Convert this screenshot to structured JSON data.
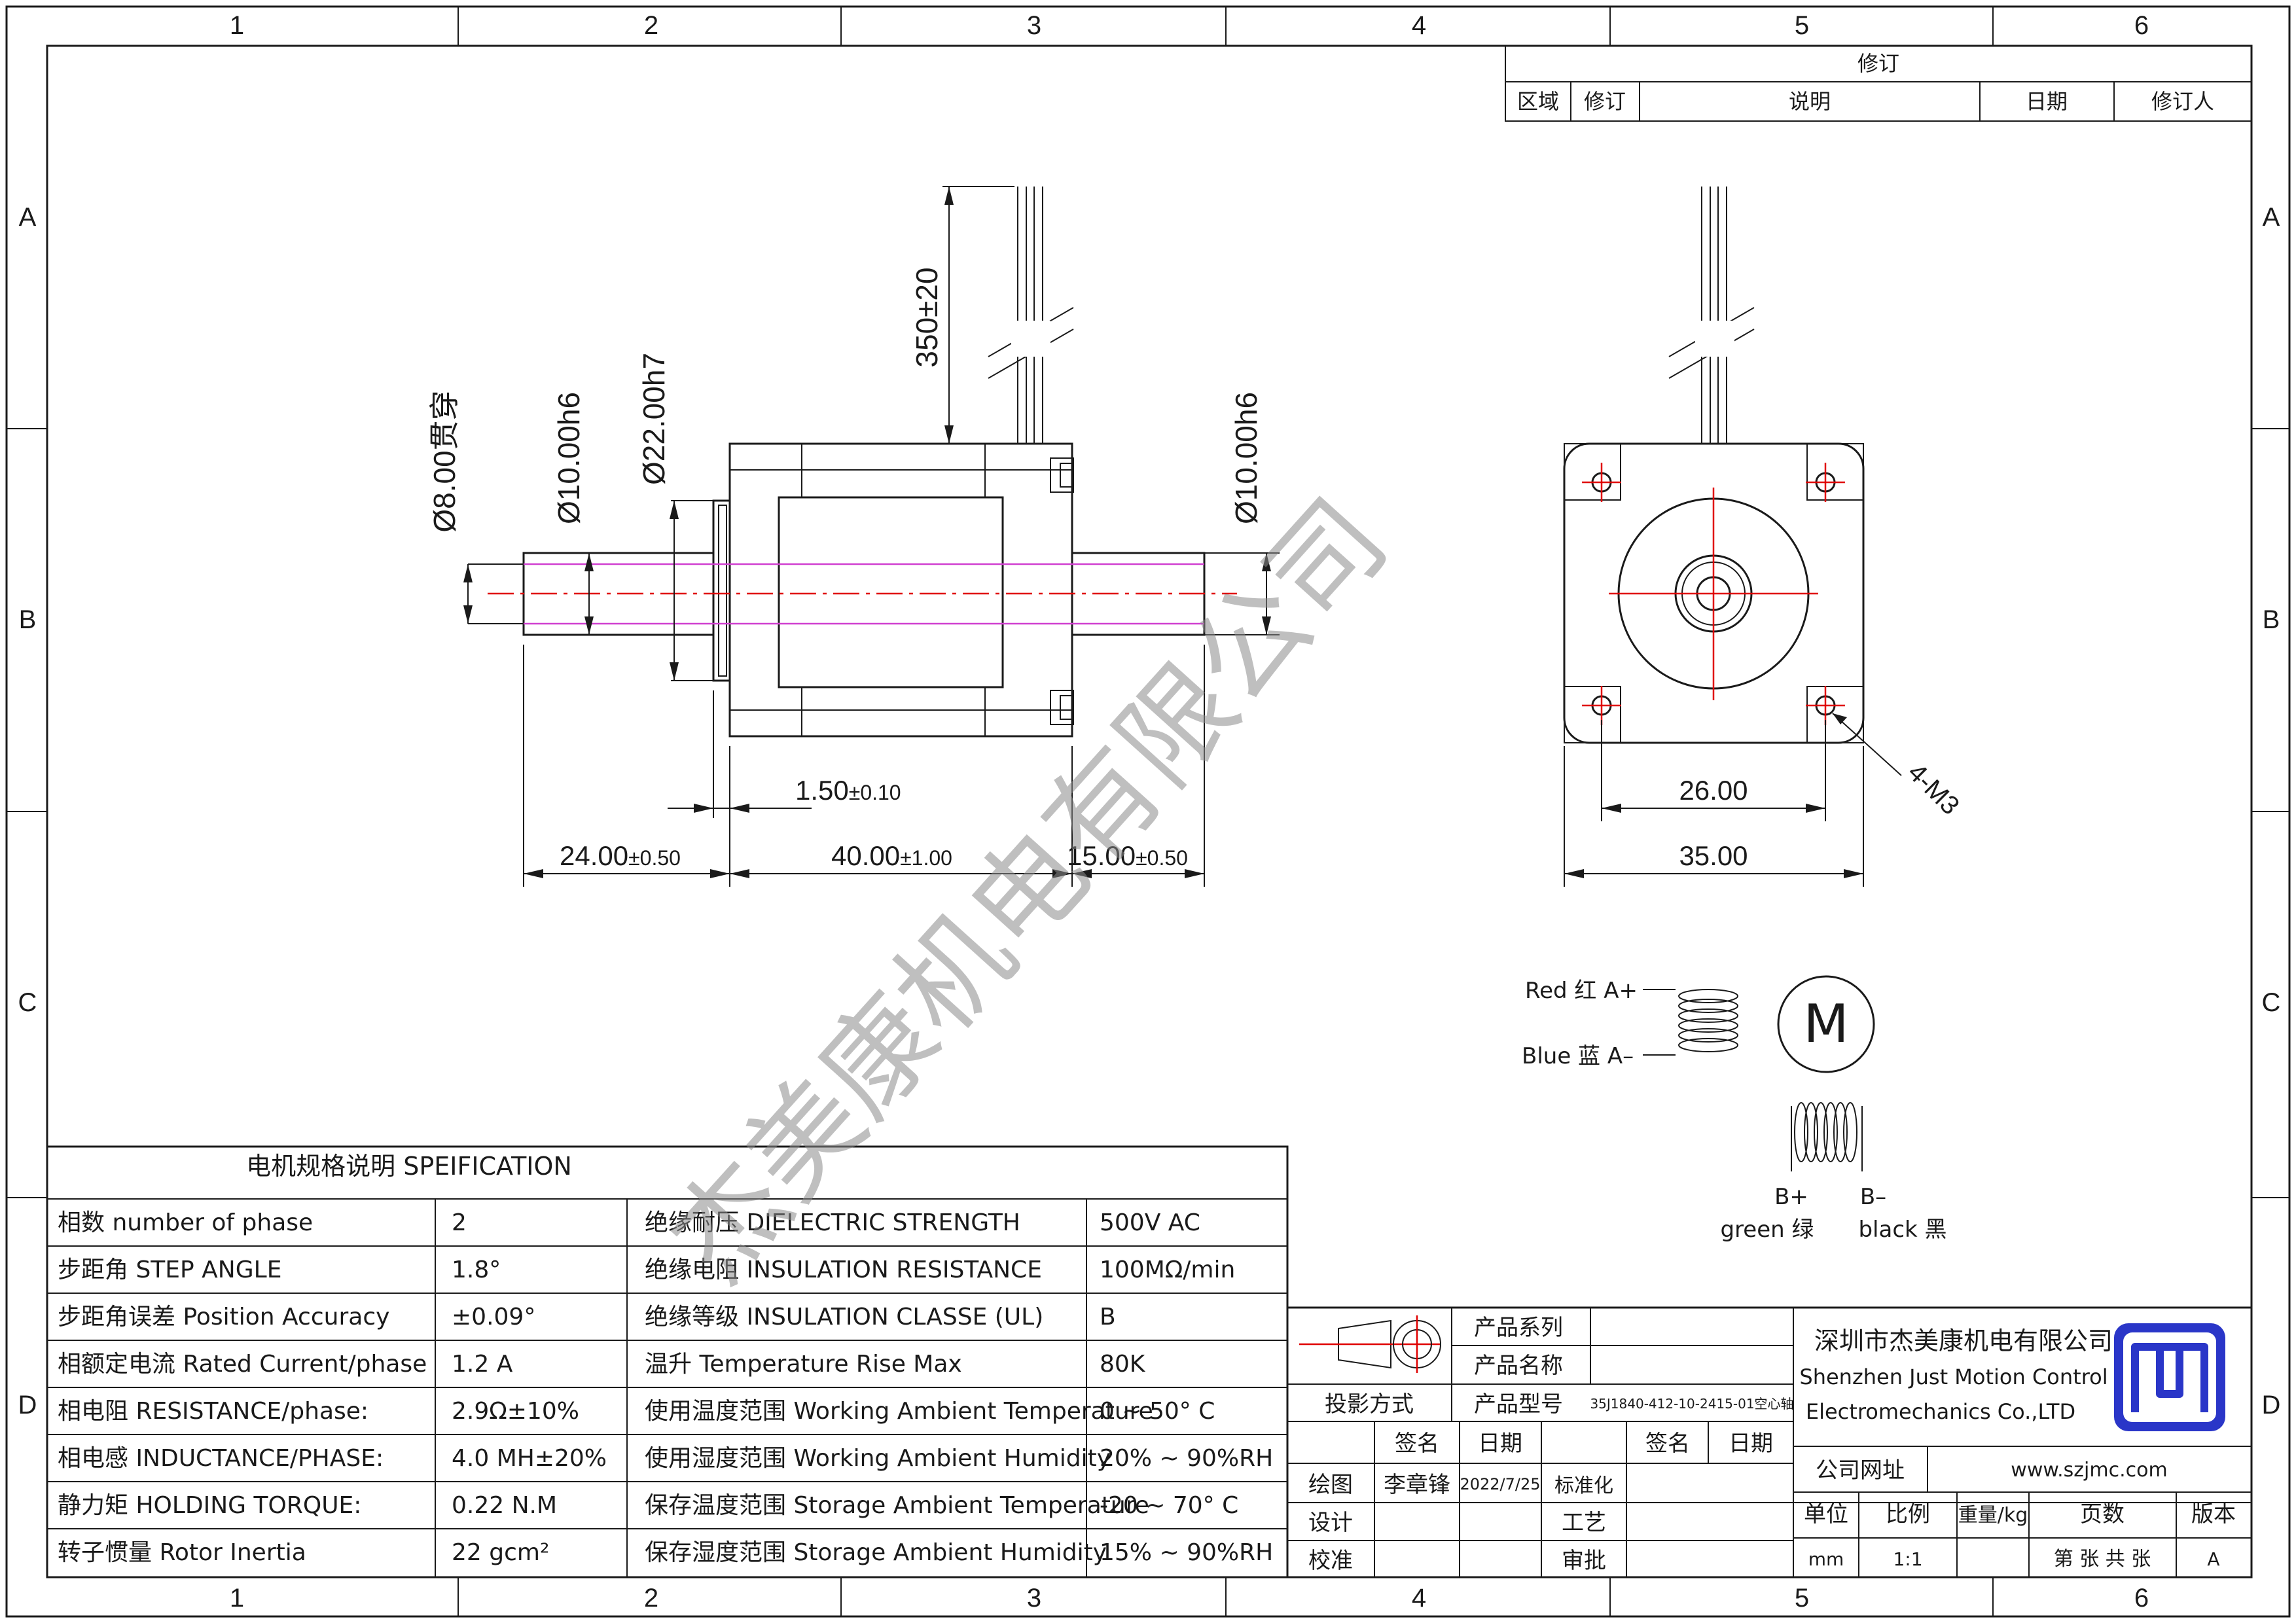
{
  "frame": {
    "col_labels": [
      "1",
      "2",
      "3",
      "4",
      "5",
      "6"
    ],
    "row_labels": [
      "A",
      "B",
      "C",
      "D"
    ]
  },
  "revision": {
    "title": "修订",
    "headers": [
      "区域",
      "修订",
      "说明",
      "日期",
      "修订人"
    ]
  },
  "watermark": "杰美康机电有限公司",
  "dimensions": {
    "bore": "Ø8.00贯穿",
    "shaft_left": "Ø10.00h6",
    "boss": "Ø22.00h7",
    "lead_length": "350±20",
    "shaft_right": "Ø10.00h6",
    "boss_height": {
      "value": "1.50",
      "tol": "±0.10"
    },
    "left_ext": {
      "value": "24.00",
      "tol": "±0.50"
    },
    "body_len": {
      "value": "40.00",
      "tol": "±1.00"
    },
    "right_ext": {
      "value": "15.00",
      "tol": "±0.50"
    },
    "hole_pitch": "26.00",
    "flange": "35.00",
    "thread": "4-M3"
  },
  "wiring": {
    "red": "Red 红  A+",
    "blue": "Blue 蓝  A–",
    "motor": "M",
    "b_plus": "B+",
    "green": "green 绿",
    "b_minus": "B–",
    "black": "black 黑"
  },
  "spec": {
    "title": "电机规格说明 SPEIFICATION",
    "rows": [
      [
        "相数 number of phase",
        "2",
        "绝缘耐压 DIELECTRIC STRENGTH",
        "500V AC"
      ],
      [
        "步距角 STEP ANGLE",
        "1.8°",
        "绝缘电阻 INSULATION RESISTANCE",
        "100MΩ/min"
      ],
      [
        "步距角误差 Position Accuracy",
        "±0.09°",
        "绝缘等级 INSULATION CLASSE (UL)",
        "B"
      ],
      [
        "相额定电流 Rated Current/phase",
        "1.2 A",
        "温升 Temperature Rise Max",
        "80K"
      ],
      [
        "相电阻 RESISTANCE/phase:",
        "2.9Ω±10%",
        "使用温度范围 Working Ambient Temperature",
        "0 ~ 50° C"
      ],
      [
        "相电感 INDUCTANCE/PHASE:",
        "4.0 MH±20%",
        "使用湿度范围 Working Ambient Humidity",
        "20% ~ 90%RH"
      ],
      [
        "静力矩 HOLDING TORQUE:",
        "0.22 N.M",
        "保存温度范围 Storage Ambient Temperature",
        "-20 ~ 70° C"
      ],
      [
        "转子惯量 Rotor Inertia",
        "22 gcm²",
        "保存湿度范围 Storage Ambient Humidity",
        "15% ~ 90%RH"
      ]
    ]
  },
  "title_block": {
    "product_series_label": "产品系列",
    "product_name_label": "产品名称",
    "projection_label": "投影方式",
    "model_label": "产品型号",
    "model_value": "35J1840-412-10-2415-01空心轴",
    "sign_label": "签名",
    "date_label": "日期",
    "sign_label2": "签名",
    "date_label2": "日期",
    "draw_label": "绘图",
    "drawer": "李章锋",
    "draw_date": "2022/7/25",
    "std_label": "标准化",
    "design_label": "设计",
    "process_label": "工艺",
    "check_label": "校准",
    "approve_label": "审批",
    "company_cn": "深圳市杰美康机电有限公司",
    "company_en1": "Shenzhen Just Motion Control",
    "company_en2": "Electromechanics Co.,LTD",
    "website_label": "公司网址",
    "website": "www.szjmc.com",
    "unit_label": "单位",
    "unit": "mm",
    "scale_label": "比例",
    "scale": "1:1",
    "weight_label": "重量/kg",
    "pages_label": "页数",
    "pages": "第 张 共 张",
    "version_label": "版本",
    "version": "A"
  },
  "colors": {
    "line": "#1a1a1a",
    "center": "#e00000",
    "bore": "#d040d0",
    "logo": "#2a36c8"
  }
}
